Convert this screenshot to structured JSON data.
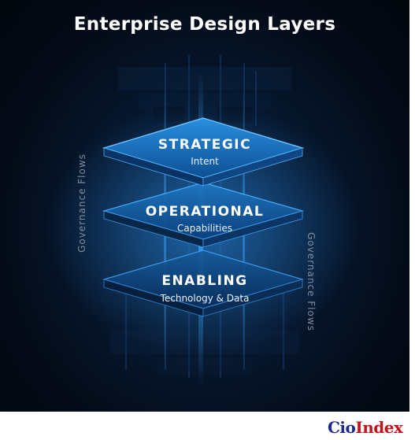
{
  "title": "Enterprise Design Layers",
  "layers": [
    {
      "name": "STRATEGIC",
      "subtitle": "Intent"
    },
    {
      "name": "OPERATIONAL",
      "subtitle": "Capabilities"
    },
    {
      "name": "ENABLING",
      "subtitle": "Technology & Data"
    }
  ],
  "governance_left": "Governance Flows",
  "governance_right": "Governance Flows",
  "logo": {
    "part1": "Cio",
    "part2": "Index"
  },
  "colors": {
    "background": "#040b18",
    "layer_glow": "#1e8fe6",
    "logo_blue": "#1b2a8f",
    "logo_red": "#c0151c"
  }
}
